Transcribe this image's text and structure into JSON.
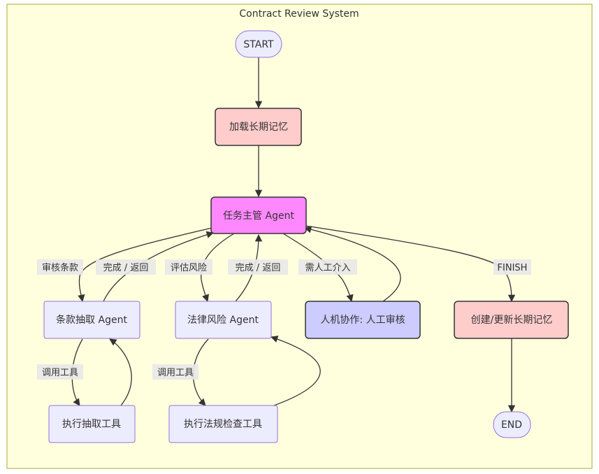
{
  "diagram": {
    "title": "Contract Review System",
    "nodes": {
      "start": "START",
      "load_memory": "加载长期记忆",
      "supervisor": "任务主管 Agent",
      "clause": "条款抽取 Agent",
      "legal": "法律风险 Agent",
      "human": "人机协作: 人工审核",
      "update_memory": "创建/更新长期记忆",
      "extract_tool": "执行抽取工具",
      "law_tool": "执行法规检查工具",
      "end": "END"
    },
    "edges": {
      "review_clauses": "审核条款",
      "done_return_1": "完成 / 返回",
      "assess_risk": "评估风险",
      "done_return_2": "完成 / 返回",
      "need_human": "需人工介入",
      "finish": "FINISH",
      "call_tool_1": "调用工具",
      "call_tool_2": "调用工具"
    },
    "colors": {
      "background": "#ffffde",
      "cluster_border": "#aaaa33",
      "default_node": "#ececff",
      "default_border": "#9370db",
      "memory_node": "#ffcccc",
      "supervisor_node": "#ff88ff",
      "human_node": "#ccccff",
      "edge": "#333333",
      "edge_label_bg": "#e8e8e8"
    }
  }
}
